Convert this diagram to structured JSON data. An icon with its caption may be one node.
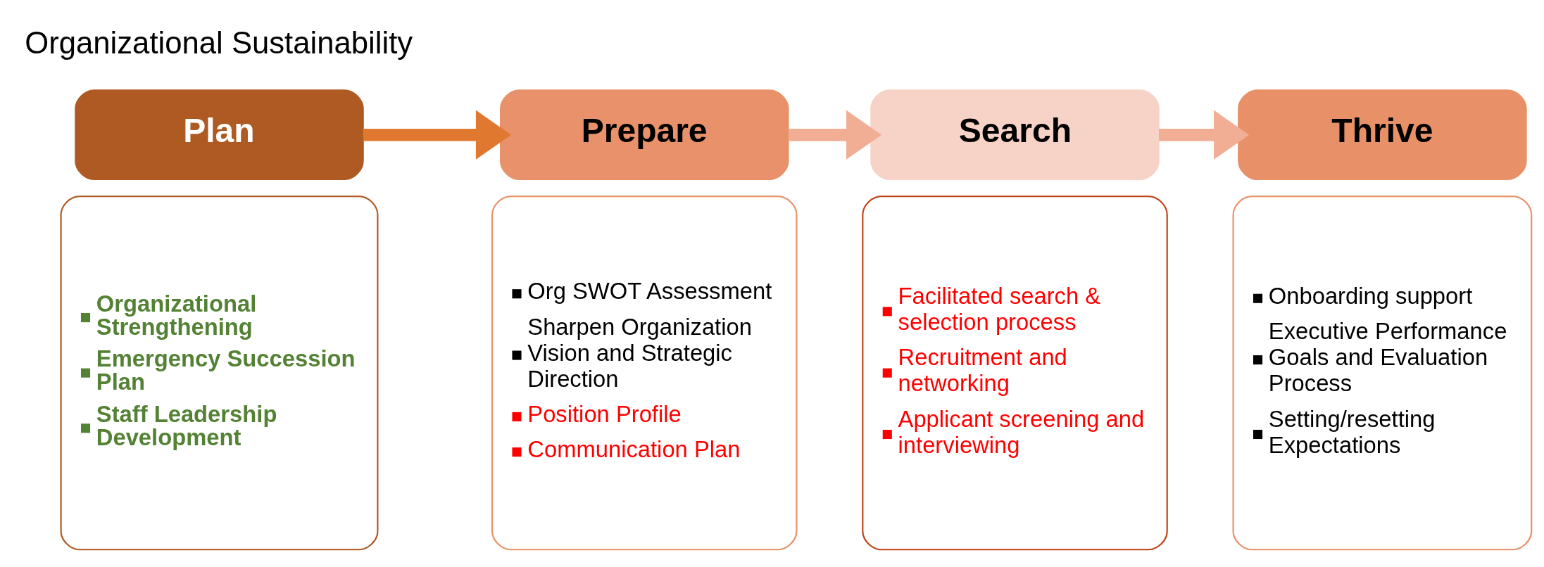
{
  "diagram": {
    "nodes": [
      {
        "text": [
          "Plan"
        ]
      },
      {
        "text": [
          "Organizational Strengthening",
          "Emergency Succession Plan",
          "Staff Leadership Development"
        ]
      },
      {
        "text": [
          "Prepare"
        ]
      },
      {
        "text": [
          "Org SWOT Assessment",
          "Sharpen Organization Vision and Strategic Direction",
          "Position Profile",
          "Communication Plan"
        ]
      },
      {
        "text": [
          "Search"
        ]
      },
      {
        "text": [
          "Facilitated search & selection process",
          "Recruitment and networking",
          "Applicant screening and interviewing"
        ]
      },
      {
        "text": [
          "Thrive"
        ]
      },
      {
        "text": [
          "Onboarding support",
          "Executive Performance Goals and Evaluation Process",
          "Setting/resetting Expectations"
        ]
      }
    ],
    "edges": [
      {
        "from": 0,
        "to": 2,
        "arrow": "to",
        "color": "#e07830"
      },
      {
        "from": 2,
        "to": 4,
        "arrow": "to"
      },
      {
        "from": 4,
        "to": 6,
        "arrow": "to"
      }
    ],
    "labels": [
      "Organizational Sustainability"
    ]
  }
}
